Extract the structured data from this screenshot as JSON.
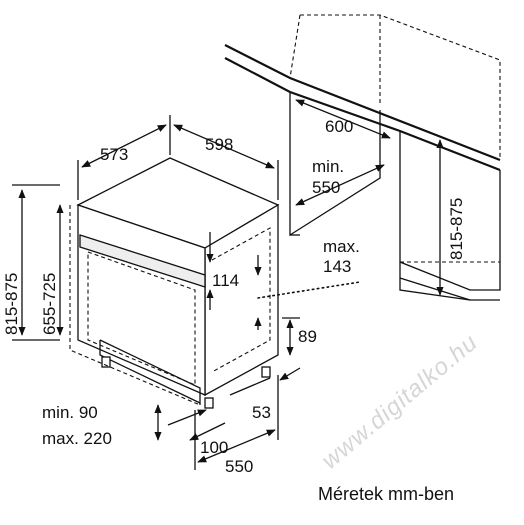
{
  "dimensions": {
    "depth_573": "573",
    "width_598": "598",
    "niche_width_600": "600",
    "niche_depth_min": "min.",
    "niche_depth_550": "550",
    "max_label": "max.",
    "max_value": "143",
    "height_114": "114",
    "height_89": "89",
    "right_815_875": "815-875",
    "left_815_875": "815-875",
    "left_655_725": "655-725",
    "plinth_min": "min. 90",
    "plinth_max": "max. 220",
    "val_53": "53",
    "val_100": "100",
    "bottom_550": "550"
  },
  "caption": "Méretek mm-ben",
  "watermark": "www.digitalko.hu"
}
